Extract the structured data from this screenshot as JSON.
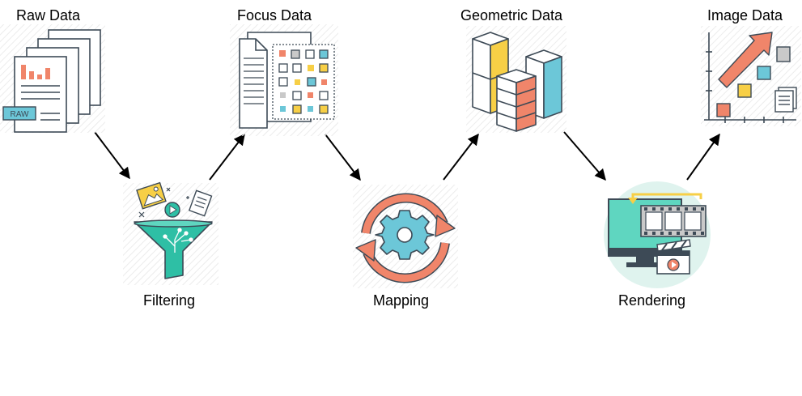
{
  "stages": {
    "raw_data": {
      "label": "Raw Data",
      "tag": "RAW"
    },
    "focus_data": {
      "label": "Focus Data"
    },
    "geometric_data": {
      "label": "Geometric Data"
    },
    "image_data": {
      "label": "Image Data"
    }
  },
  "processes": {
    "filtering": {
      "label": "Filtering"
    },
    "mapping": {
      "label": "Mapping"
    },
    "rendering": {
      "label": "Rendering"
    }
  },
  "colors": {
    "outline": "#3d4a56",
    "salmon": "#f0856a",
    "cyan": "#6cc7d8",
    "yellow": "#f7cf46",
    "teal": "#2ebfa5",
    "grey": "#c9c9c9",
    "hatch": "#eeeeee"
  },
  "icons": {
    "raw_data": "raw-documents-icon",
    "focus_data": "selected-documents-icon",
    "geometric_data": "3d-boxes-icon",
    "image_data": "scatter-chart-icon",
    "filtering": "funnel-icon",
    "mapping": "gear-cycle-icon",
    "rendering": "monitor-film-icon"
  }
}
